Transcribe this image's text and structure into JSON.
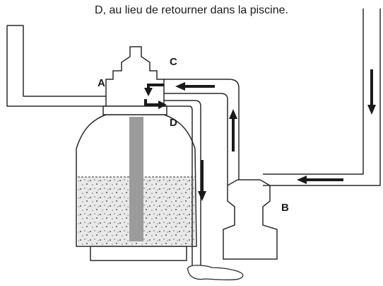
{
  "caption": "D, au lieu de retourner dans la piscine.",
  "labels": {
    "a": "A",
    "b": "B",
    "c": "C",
    "d": "D"
  },
  "colors": {
    "ink": "#1a1a1a",
    "media": "#e9e9e9",
    "tube": "#9b9b9b",
    "paper": "#ffffff"
  },
  "flow_arrows": [
    {
      "id": "down-right-column",
      "direction": "down"
    },
    {
      "id": "left-bottom-pipe",
      "direction": "left"
    },
    {
      "id": "up-pump-riser",
      "direction": "up"
    },
    {
      "id": "left-into-valve",
      "direction": "left"
    },
    {
      "id": "left-elbow-c",
      "direction": "left"
    },
    {
      "id": "right-outlet-d",
      "direction": "right"
    },
    {
      "id": "down-waste-line",
      "direction": "down"
    }
  ]
}
